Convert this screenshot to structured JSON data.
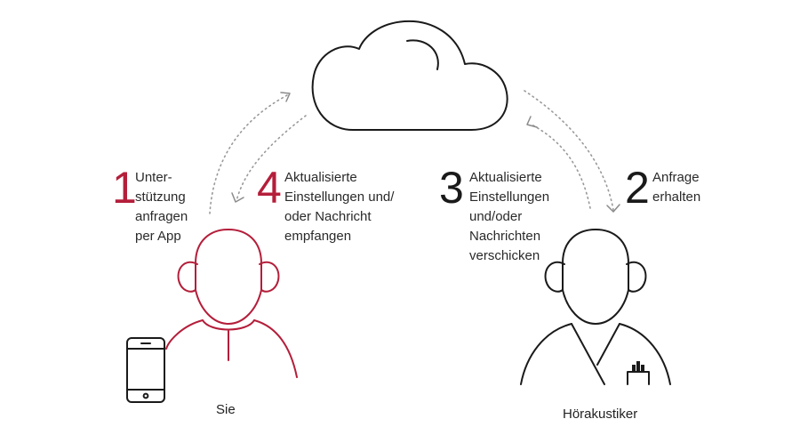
{
  "colors": {
    "accent": "#b41e3a",
    "ink": "#1a1a1a",
    "dots": "#999999"
  },
  "steps": [
    {
      "num": "1",
      "lines": [
        "Unter-",
        "stützung",
        "anfragen",
        "per App"
      ]
    },
    {
      "num": "2",
      "lines": [
        "Anfrage",
        "erhalten"
      ]
    },
    {
      "num": "3",
      "lines": [
        "Aktualisierte",
        "Einstellungen",
        "und/oder",
        "Nachrichten",
        "verschicken"
      ]
    },
    {
      "num": "4",
      "lines": [
        "Aktualisierte",
        "Einstellungen und/",
        "oder Nachricht",
        "empfangen"
      ]
    }
  ],
  "roles": {
    "user": "Sie",
    "professional": "Hörakustiker"
  },
  "icons": [
    "cloud-icon",
    "smartphone-icon",
    "user-person-icon",
    "audiologist-person-icon",
    "dotted-arrow-icon"
  ]
}
